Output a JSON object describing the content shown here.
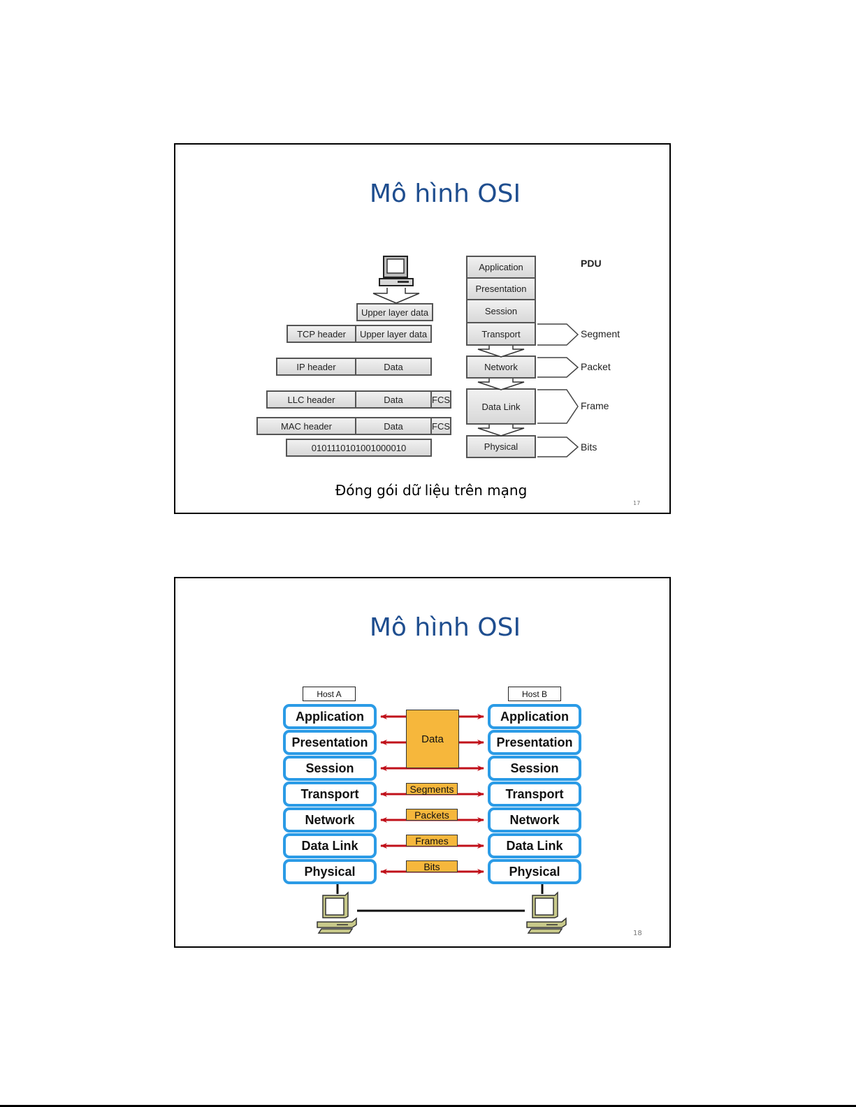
{
  "slides": [
    {
      "title": "Mô hình OSI",
      "caption": "Đóng gói dữ liệu trên mạng",
      "page_number": "17",
      "encapsulation": {
        "upper_data": "Upper layer data",
        "rows": [
          {
            "cells": [
              "TCP header",
              "Upper layer data"
            ]
          },
          {
            "cells": [
              "IP header",
              "Data"
            ]
          },
          {
            "cells": [
              "LLC header",
              "Data",
              "FCS"
            ]
          },
          {
            "cells": [
              "MAC header",
              "Data",
              "FCS"
            ]
          },
          {
            "cells": [
              "0101110101001000010"
            ]
          }
        ]
      },
      "osi_stack": [
        "Application",
        "Presentation",
        "Session",
        "Transport",
        "Network",
        "Data Link",
        "Physical"
      ],
      "pdu_header": "PDU",
      "pdus": [
        {
          "layer": "Transport",
          "label": "Segment"
        },
        {
          "layer": "Network",
          "label": "Packet"
        },
        {
          "layer": "Data Link",
          "label": "Frame"
        },
        {
          "layer": "Physical",
          "label": "Bits"
        }
      ]
    },
    {
      "title": "Mô hình OSI",
      "page_number": "18",
      "host_a": "Host A",
      "host_b": "Host B",
      "layers": [
        "Application",
        "Presentation",
        "Session",
        "Transport",
        "Network",
        "Data Link",
        "Physical"
      ],
      "data_label": "Data",
      "pdu_tags": [
        "Segments",
        "Packets",
        "Frames",
        "Bits"
      ],
      "colors": {
        "layer_border": "#2b9be6",
        "arrow": "#c0101a",
        "tag_fill": "#f6b73c",
        "title": "#1f4e8f"
      }
    }
  ]
}
